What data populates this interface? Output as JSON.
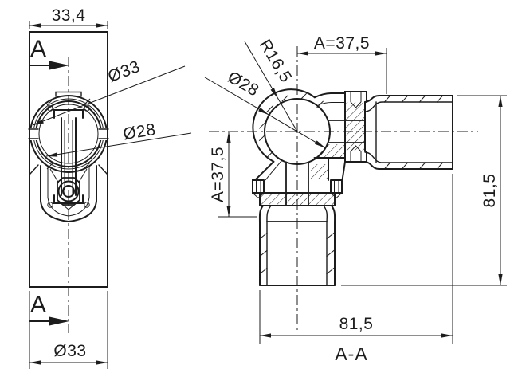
{
  "drawing": {
    "background_color": "#ffffff",
    "line_color": "#1c1c1c",
    "views": {
      "front_view": {
        "dims": {
          "width": "33,4",
          "outer_diameter": "Ø33",
          "bore_diameter": "Ø28",
          "bottom_diameter": "Ø33"
        },
        "section_marks": {
          "top": "A",
          "bottom": "A"
        }
      },
      "section_view": {
        "title": "A-A",
        "dims": {
          "socket_radius": "R16,5",
          "ball_diameter": "Ø28",
          "offset_horizontal": "A=37,5",
          "offset_vertical": "A=37,5",
          "overall_height": "81,5",
          "overall_length": "81,5"
        }
      }
    }
  }
}
